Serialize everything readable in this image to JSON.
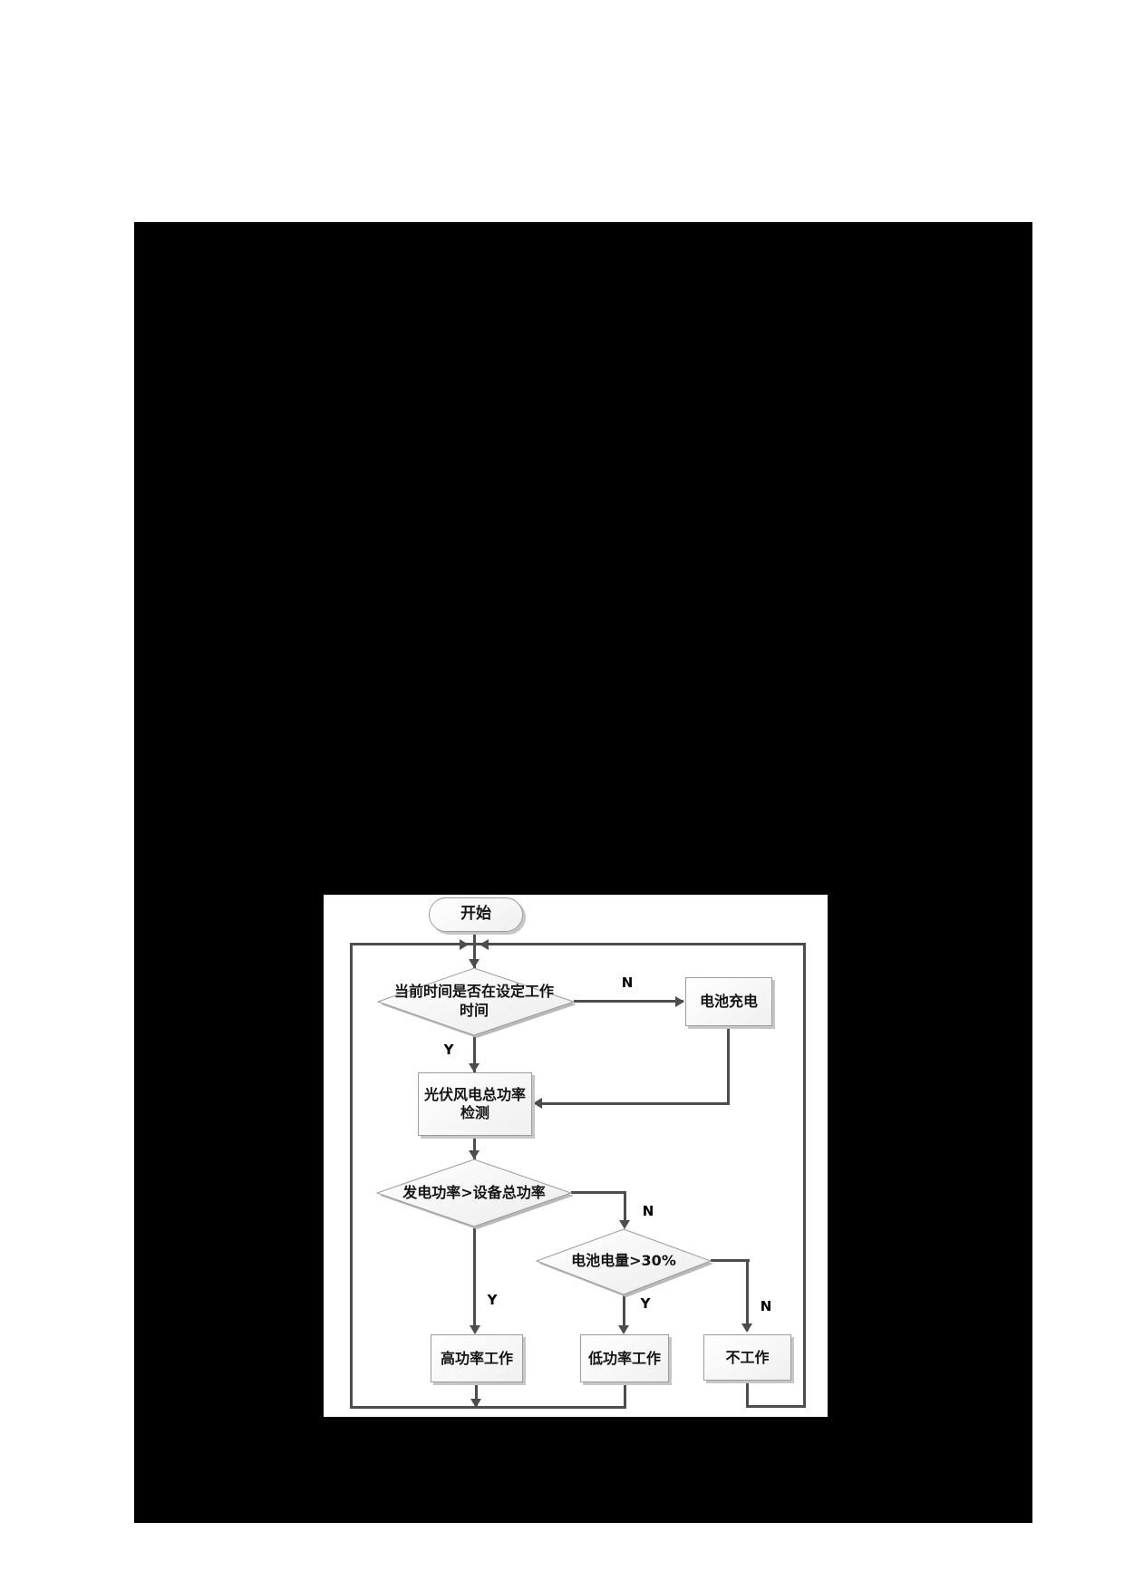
{
  "flowchart": {
    "start": {
      "label": "开始"
    },
    "decision_time": {
      "label": "当前时间是否在设定工作\n时间"
    },
    "box_charge": {
      "label": "电池充电"
    },
    "box_detect": {
      "label": "光伏风电总功率\n检测"
    },
    "decision_power": {
      "label": "发电功率>设备总功率"
    },
    "decision_battery": {
      "label": "电池电量>30%"
    },
    "box_high": {
      "label": "高功率工作"
    },
    "box_low": {
      "label": "低功率工作"
    },
    "box_off": {
      "label": "不工作"
    },
    "labels": {
      "n_time": "N",
      "y_time": "Y",
      "n_power": "N",
      "y_power": "Y",
      "y_battery": "Y",
      "n_battery": "N"
    },
    "colors": {
      "line": "#4d4d4d",
      "shape_border": "#9c9c9c",
      "shape_shadow": "#c6c6c6",
      "background_page": "#ffffff",
      "background_field": "#000000"
    }
  }
}
